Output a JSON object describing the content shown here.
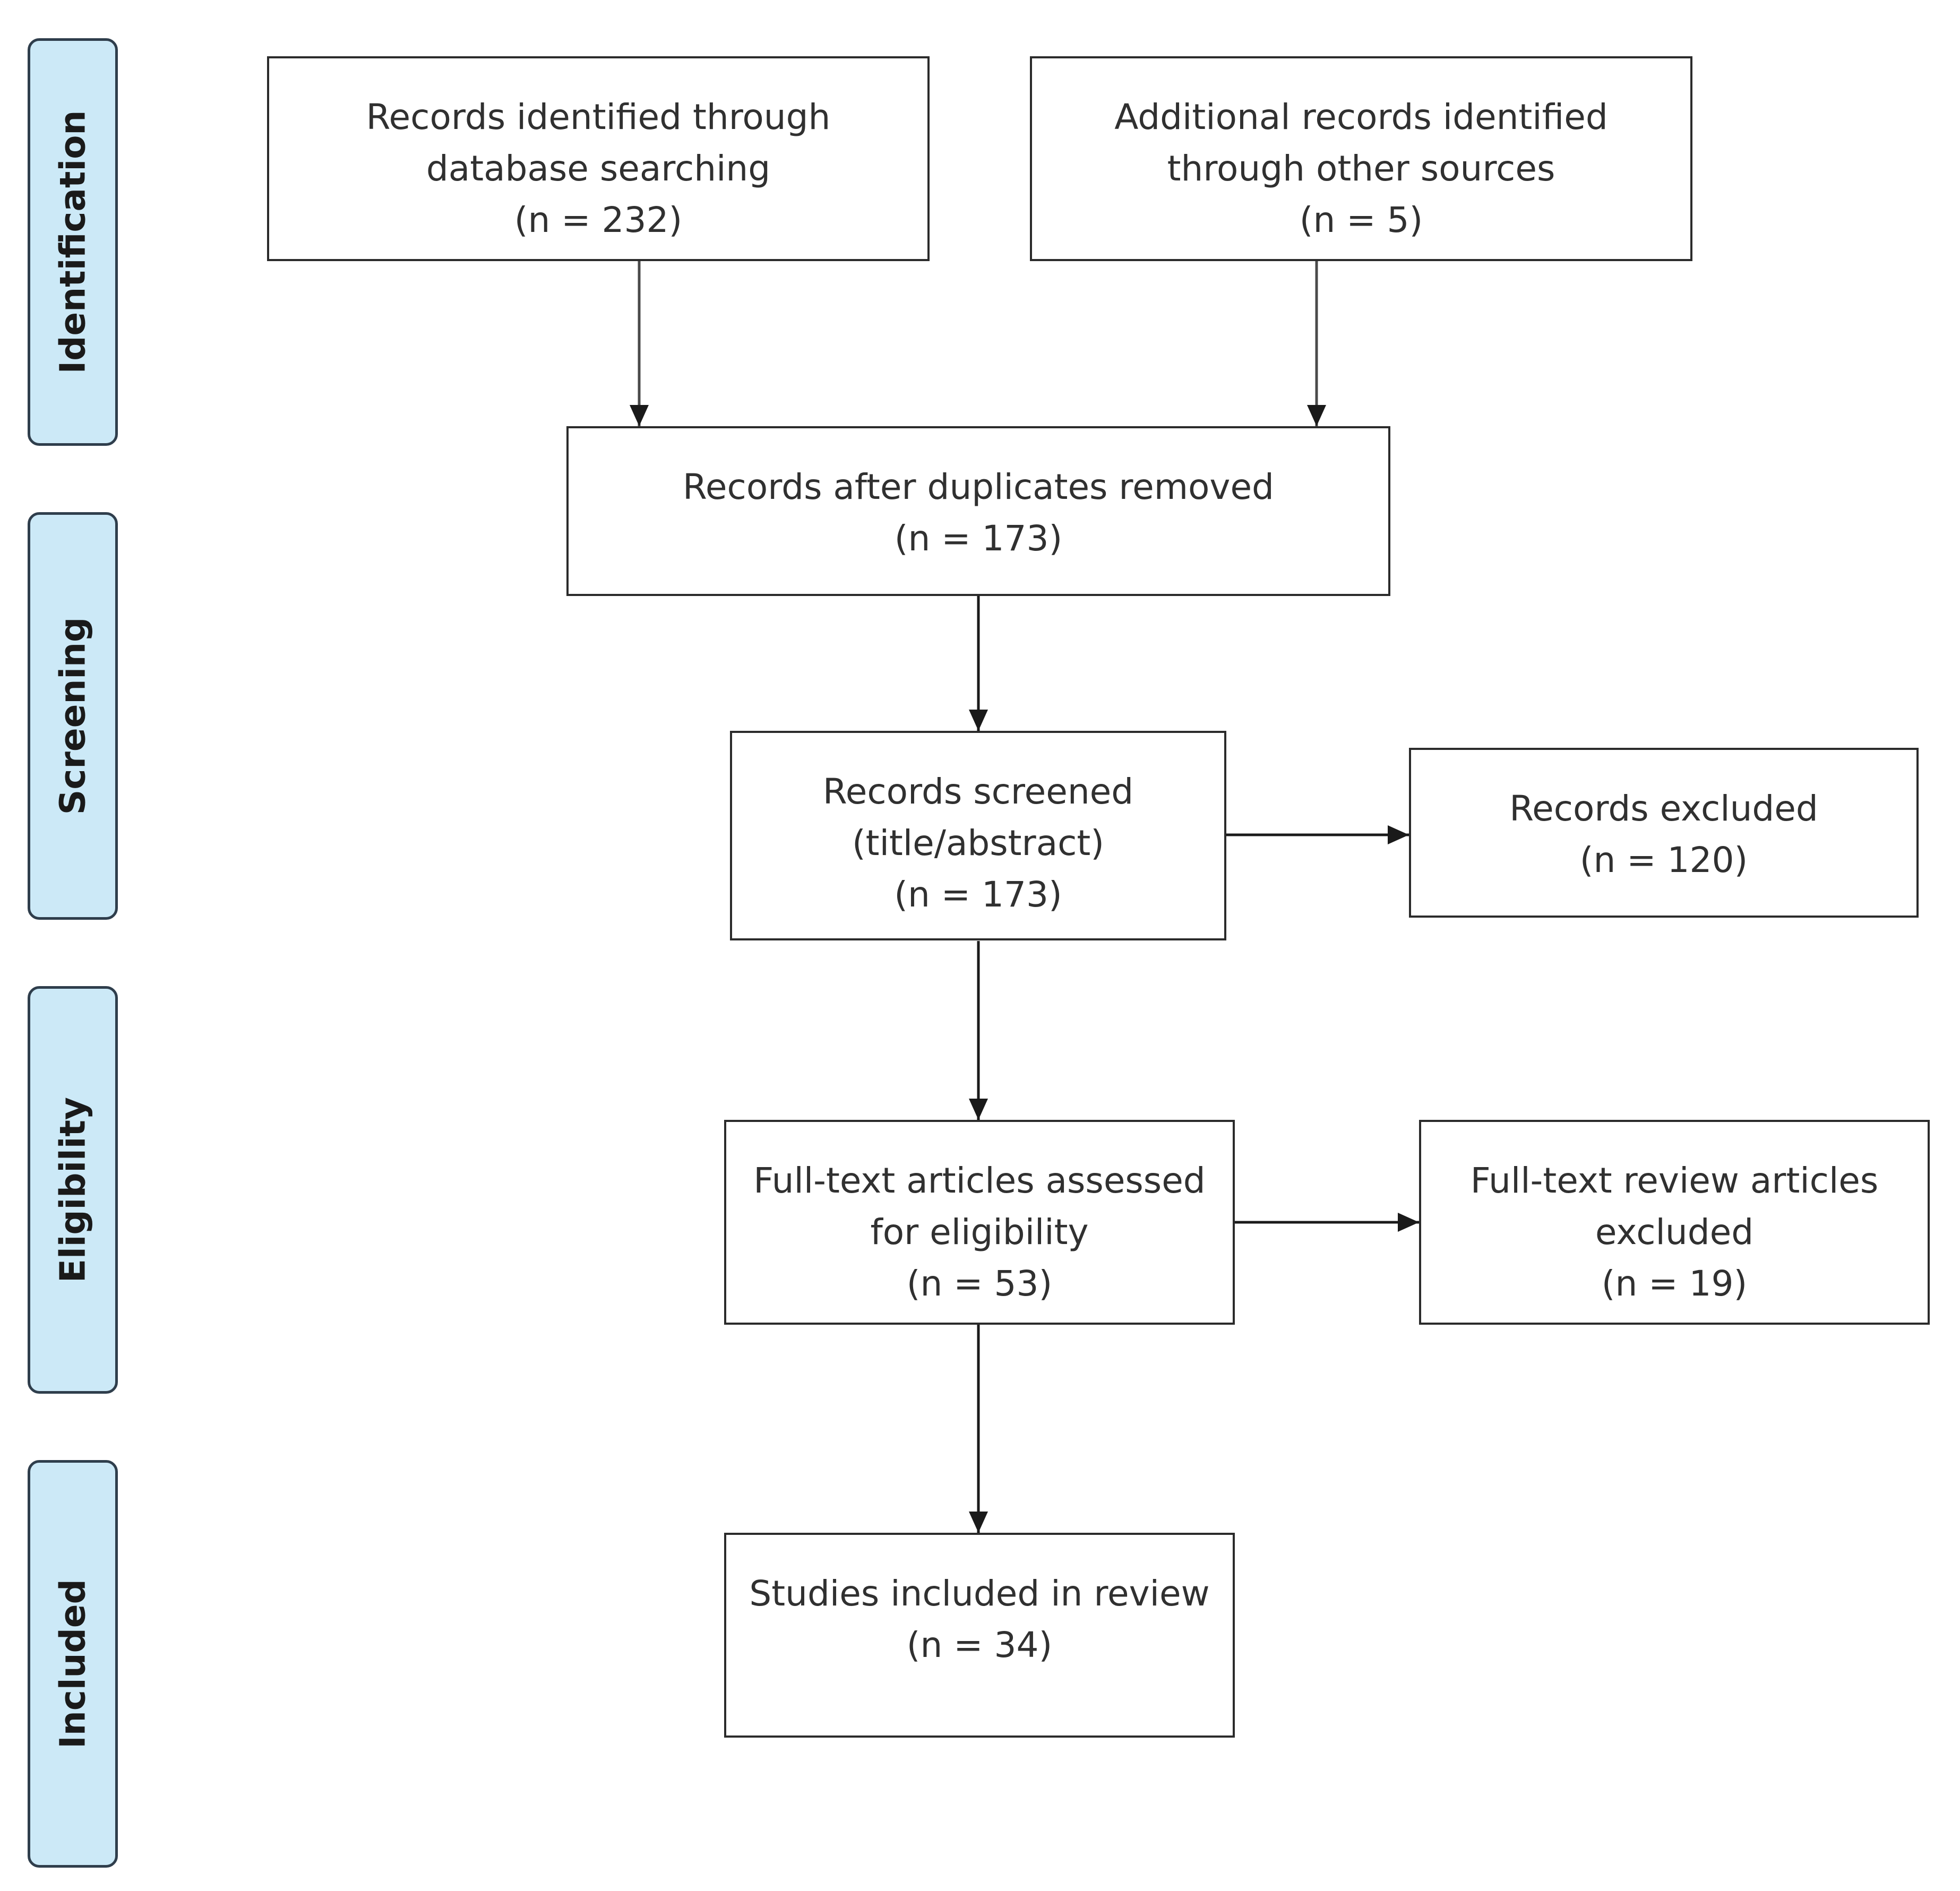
{
  "stages": [
    {
      "id": "identification",
      "label": "Identification"
    },
    {
      "id": "screening",
      "label": "Screening"
    },
    {
      "id": "eligibility",
      "label": "Eligibility"
    },
    {
      "id": "included",
      "label": "Included"
    }
  ],
  "boxes": {
    "database_search": {
      "lines": [
        "Records identified through",
        "database searching",
        "(n = 232)"
      ]
    },
    "other_sources": {
      "lines": [
        "Additional records identified",
        "through other sources",
        "(n = 5)"
      ]
    },
    "after_duplicates": {
      "lines": [
        "Records after duplicates removed",
        "(n = 173)"
      ]
    },
    "screened": {
      "lines": [
        "Records screened",
        "(title/abstract)",
        "(n = 173)"
      ]
    },
    "excluded": {
      "lines": [
        "Records excluded",
        "(n = 120)"
      ]
    },
    "full_text_assessed": {
      "lines": [
        "Full-text articles assessed",
        "for eligibility",
        "(n = 53)"
      ]
    },
    "full_text_excluded": {
      "lines": [
        "Full-text review articles",
        "excluded",
        "(n = 19)"
      ]
    },
    "included_studies": {
      "lines": [
        "Studies included in review",
        "(n = 34)"
      ]
    }
  },
  "colors": {
    "stage_fill": "#cce9f7",
    "stage_border": "#2f3e4c",
    "box_border": "#2b2b2b",
    "arrow": "#1a1a1a",
    "text": "#303030"
  }
}
